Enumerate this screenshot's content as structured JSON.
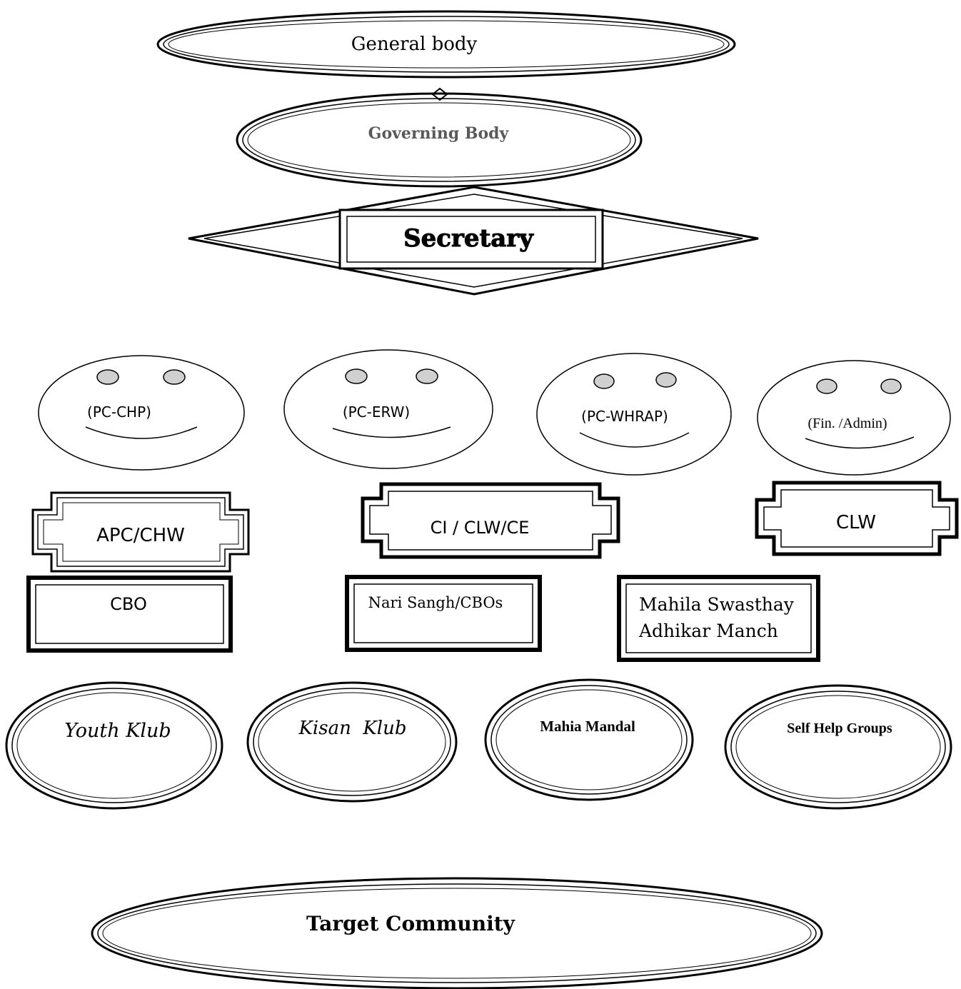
{
  "diagram": {
    "general_body": "General body",
    "governing_body": "Governing Body",
    "secretary": "Secretary",
    "coordinators": [
      "(PC-CHP)",
      "(PC-ERW)",
      "(PC-WHRAP)",
      "(Fin. /Admin)"
    ],
    "field_staff": [
      "APC/CHW",
      "CI / CLW/CE",
      "CLW"
    ],
    "groups": [
      "CBO",
      "Nari Sangh/CBOs",
      "Mahila Swasthay",
      "Adhikar Manch"
    ],
    "clubs": [
      "Youth Klub",
      "Kisan  Klub",
      "Mahia Mandal",
      "Self Help Groups"
    ],
    "target": "Target Community"
  },
  "colors": {
    "stroke": "#000000",
    "muted_text": "#595959",
    "eye_fill": "#d0d0d0"
  }
}
